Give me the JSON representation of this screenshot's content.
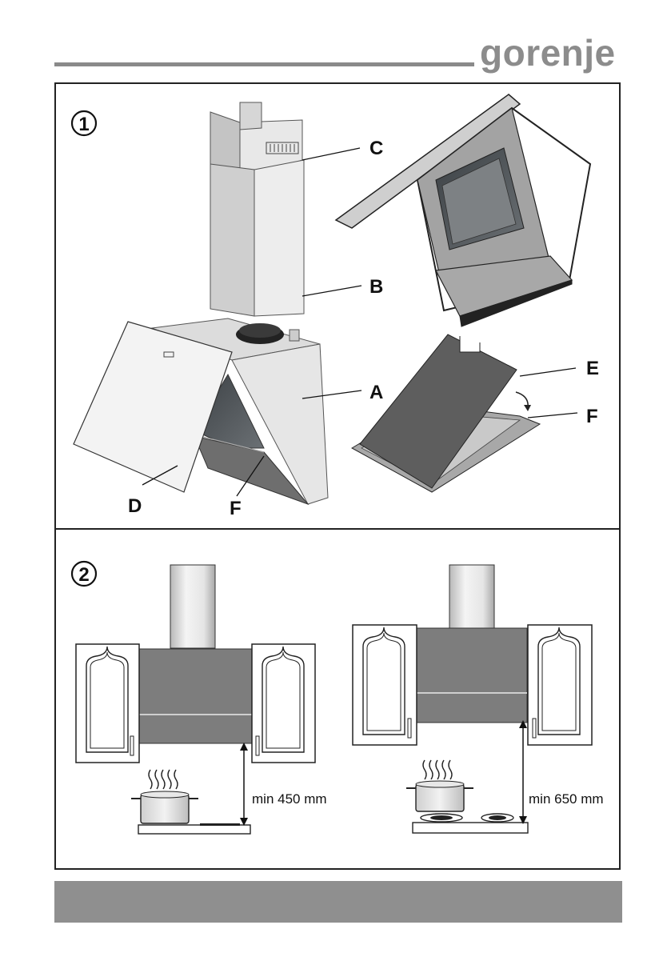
{
  "brand": {
    "name": "gorenje"
  },
  "figure1": {
    "number": "1",
    "labels": {
      "a": "A",
      "b": "B",
      "c": "C",
      "d": "D",
      "e": "E",
      "f_main": "F",
      "f_filter": "F"
    }
  },
  "figure2": {
    "number": "2",
    "left": {
      "dimension": "min 450 mm",
      "hob": "electric"
    },
    "right": {
      "dimension": "min 650 mm",
      "hob": "gas"
    }
  },
  "colors": {
    "brand": "#8c8c8c",
    "footer_bar": "#8f8f8f",
    "hood_dark": "#7d7d7d",
    "glass": "#555a5e",
    "steel": "#d9d9d9"
  },
  "icons": [
    "pot-with-steam-icon",
    "gas-burner-icon",
    "cabinet-door-icon",
    "rotate-arrow-icon"
  ]
}
